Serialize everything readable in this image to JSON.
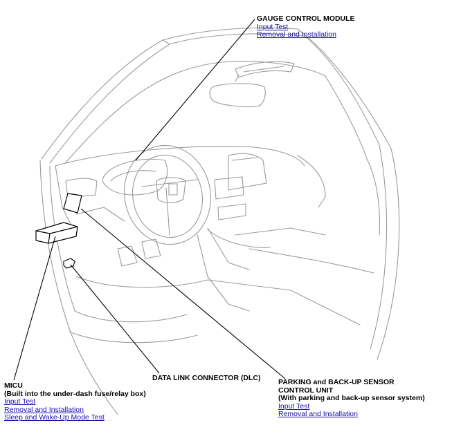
{
  "callouts": {
    "gauge": {
      "title": "GAUGE CONTROL MODULE",
      "links": [
        "Input Test",
        "Removal and Installation"
      ]
    },
    "dlc": {
      "title": "DATA LINK CONNECTOR (DLC)"
    },
    "micu": {
      "title": "MICU",
      "subtitle": "(Built into the under-dash fuse/relay box)",
      "links": [
        "Input Test",
        "Removal and Installation",
        "Sleep and Wake-Up Mode Test"
      ]
    },
    "parking": {
      "title": "PARKING and BACK-UP SENSOR",
      "title2": "CONTROL UNIT",
      "subtitle": "(With parking and back-up sensor system)",
      "links": [
        "Input Test",
        "Removal and Installation"
      ]
    }
  },
  "colors": {
    "link": "#1a0dab",
    "line": "#000000",
    "drawing": "#9a9a9a"
  }
}
